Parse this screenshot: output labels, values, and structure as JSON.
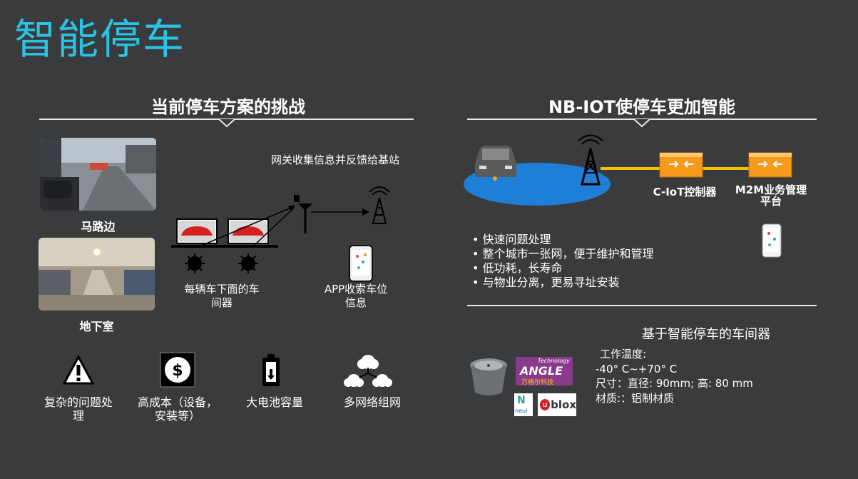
{
  "page_title": "智能停车",
  "left": {
    "heading": "当前停车方案的挑战",
    "photo1_caption": "马路边",
    "photo2_caption": "地下室",
    "gateway_text": "网关收集信息并反馈给基站",
    "sensor_label": "每辆车下面的车\n间器",
    "app_label": "APP收索车位\n信息",
    "challenges": [
      {
        "icon": "warning-icon",
        "label": "复杂的问题处\n理"
      },
      {
        "icon": "dollar-icon",
        "label": "高成本（设备，\n安装等）"
      },
      {
        "icon": "battery-icon",
        "label": "大电池容量"
      },
      {
        "icon": "cloud-network-icon",
        "label": "多网络组网"
      }
    ]
  },
  "right": {
    "heading": "NB-IOT使停车更加智能",
    "controller_label": "C-IoT控制器",
    "platform_label": "M2M业务管理\n平台",
    "bullets": [
      "快速问题处理",
      "整个城市一张网，便于维护和管理",
      "低功耗，长寿命",
      "与物业分离，更易寻址安装"
    ],
    "sensor_heading": "基于智能停车的车间器",
    "logo_angle": "ANGLE",
    "logo_angle_sub": "Technology",
    "logo_angle_cn": "万格尔科技",
    "logo_neul": "neul",
    "logo_ublox": "blox",
    "logo_ublox_u": "u",
    "specs": [
      "工作温度:",
      "-40° C~+70° C",
      "尺寸：直径: 90mm;  高: 80 mm",
      "材质:：铝制材质"
    ]
  },
  "colors": {
    "accent_title": "#29c3e6",
    "ellipse_blue": "#1e7fd8",
    "link_yellow": "#f2c200",
    "router_orange": "#f59a1b"
  }
}
